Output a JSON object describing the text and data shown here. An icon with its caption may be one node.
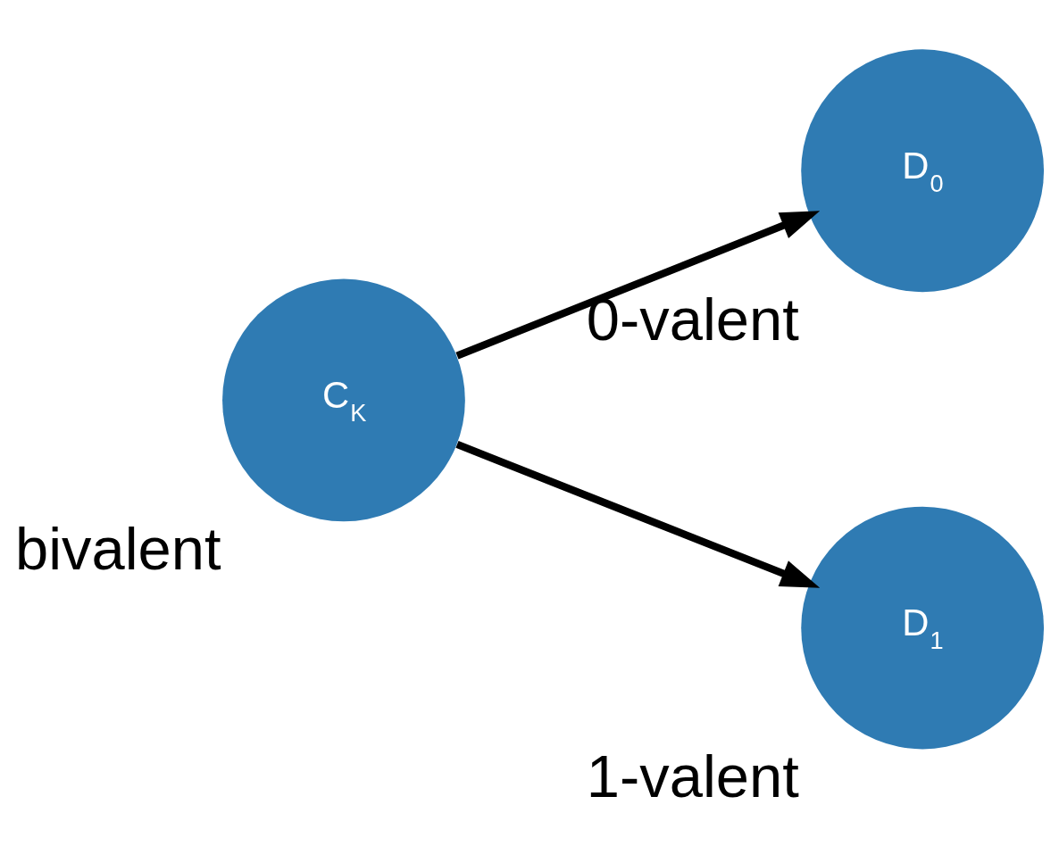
{
  "diagram": {
    "nodes": [
      {
        "text": [
          "C$_{K}$"
        ],
        "beside": [
          "bivalent"
        ]
      },
      {
        "text": [
          "D$_{0}$"
        ],
        "beside": [
          "0-valent"
        ]
      },
      {
        "text": [
          "D$_{1}$"
        ],
        "beside": [
          "1-valent"
        ]
      }
    ],
    "edges": [
      {
        "from": 0,
        "to": 1,
        "arrow": "to"
      },
      {
        "from": 0,
        "to": 2,
        "arrow": "to"
      }
    ]
  }
}
